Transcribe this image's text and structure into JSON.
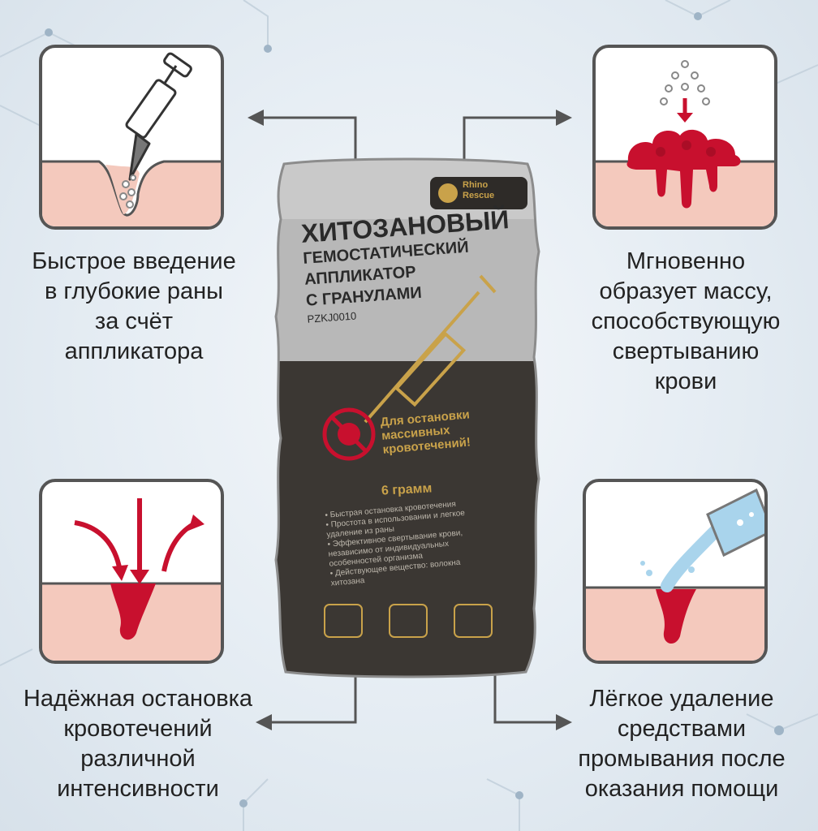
{
  "captions": {
    "top_left": [
      "Быстрое введение",
      "в глубокие раны",
      "за счёт",
      "аппликатора"
    ],
    "top_right": [
      "Мгновенно",
      "образует массу,",
      "способствующую",
      "свертыванию",
      "крови"
    ],
    "bottom_left": [
      "Надёжная остановка",
      "кровотечений",
      "различной",
      "интенсивности"
    ],
    "bottom_right": [
      "Лёгкое удаление",
      "средствами",
      "промывания после",
      "оказания помощи"
    ]
  },
  "package": {
    "brand_line1": "Rhino",
    "brand_line2": "Rescue",
    "title_lines": [
      "ХИТОЗАНОВЫЙ",
      "ГЕМОСТАТИЧЕСКИЙ",
      "АППЛИКАТОР",
      "С ГРАНУЛАМИ"
    ],
    "code": "PZKJ0010",
    "slogan_lines": [
      "Для остановки",
      "массивных",
      "кровотечений!"
    ],
    "weight": "6 грамм",
    "bullets": [
      "• Быстрая остановка кровотечения",
      "• Простота в использовании и легкое",
      "удаление из раны",
      "• Эффективное свертывание крови,",
      "независимо от индивидуальных",
      "особенностей организма",
      "• Действующее вещество: волокна",
      "хитозана"
    ]
  },
  "colors": {
    "blood": "#c8102e",
    "skin": "#f4c9bd",
    "panel_border": "#555555",
    "package_top": "#b5b5b5",
    "package_bottom": "#3a3632",
    "accent_gold": "#c9a24a"
  },
  "icons": [
    "syringe-icon",
    "granules-icon",
    "blood-mass-icon",
    "arrows-icon",
    "beaker-icon"
  ]
}
